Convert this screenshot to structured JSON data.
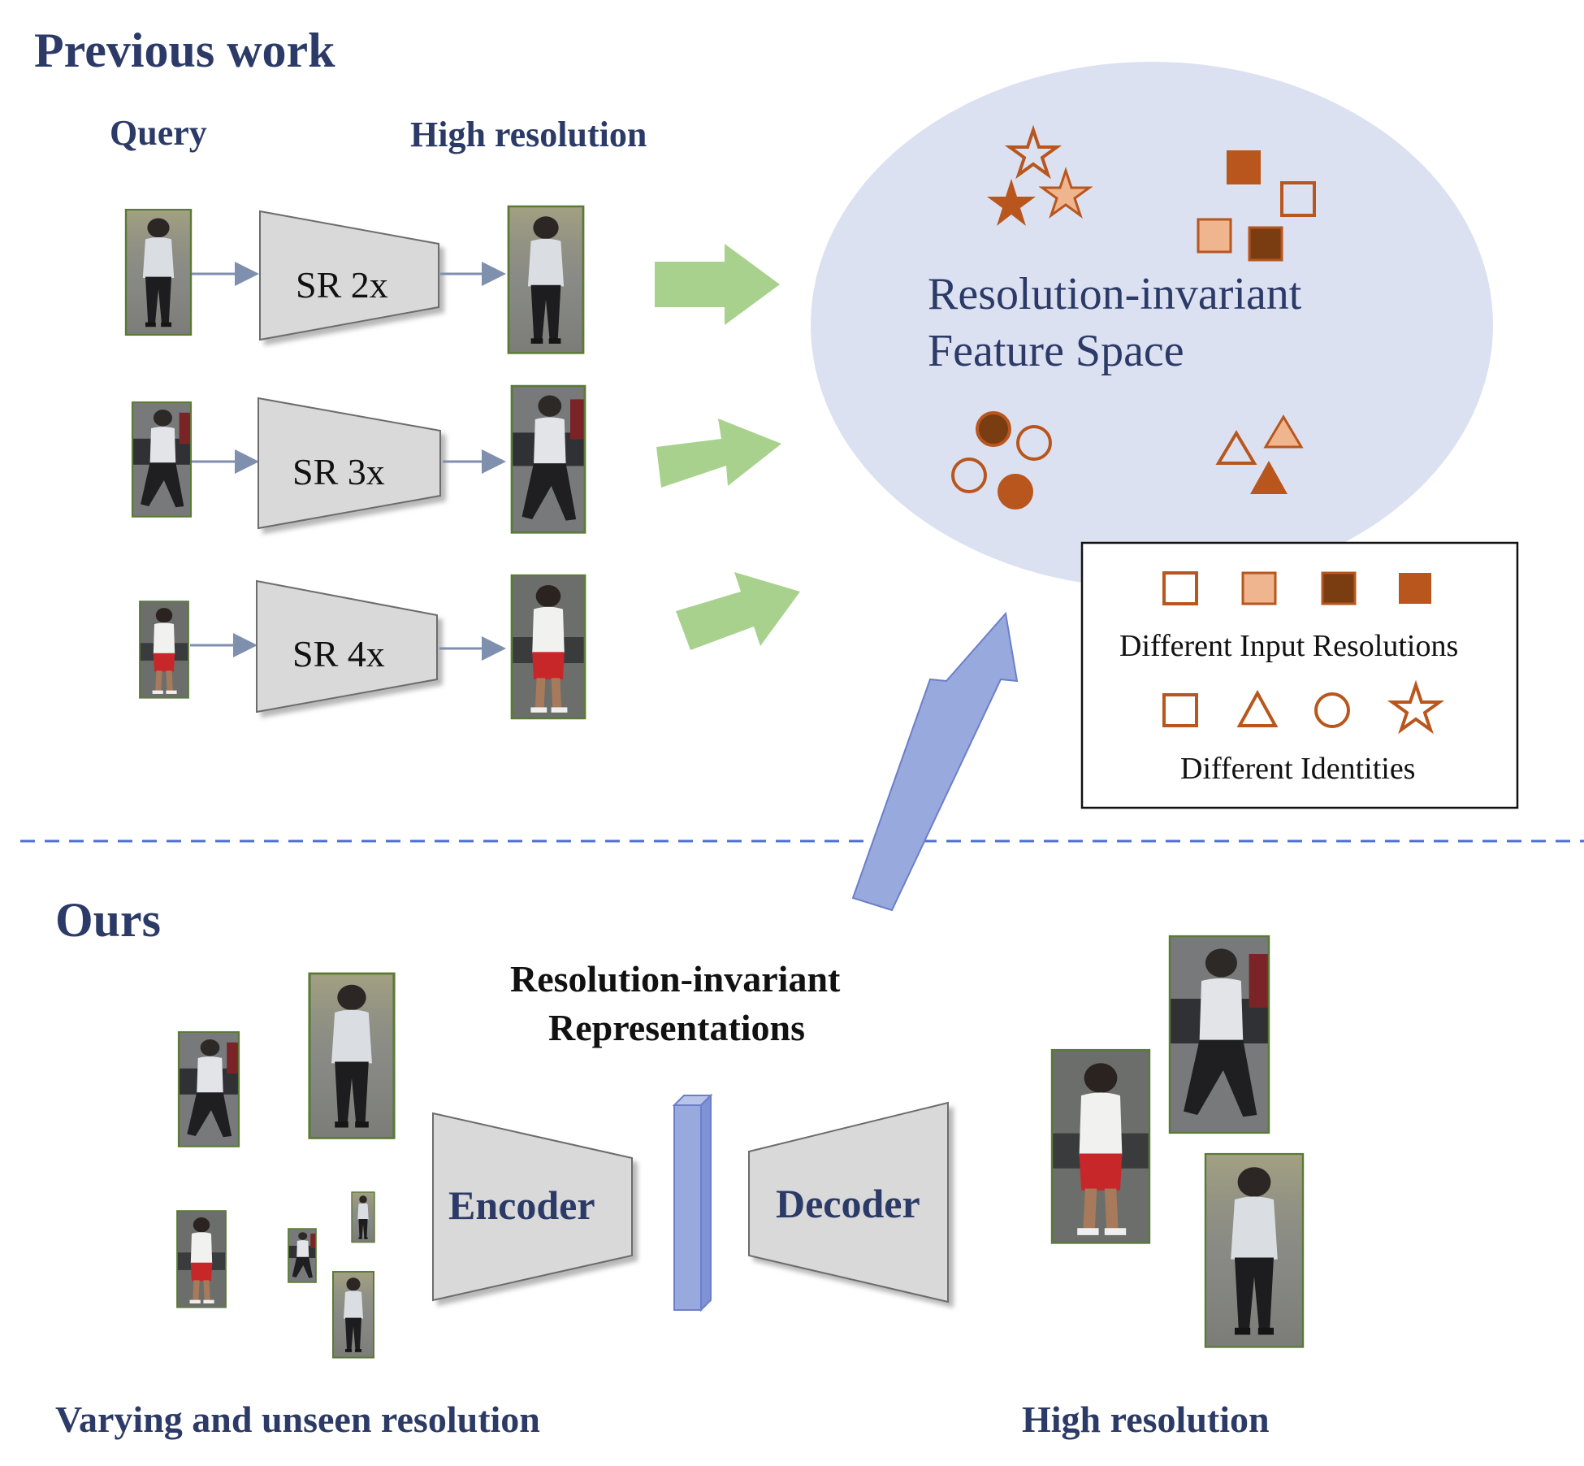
{
  "top_section": {
    "title": "Previous work",
    "query_label": "Query",
    "high_res_label": "High resolution",
    "sr_modules": [
      "SR 2x",
      "SR 3x",
      "SR 4x"
    ]
  },
  "feature_space": {
    "label_line1": "Resolution-invariant",
    "label_line2": "Feature Space"
  },
  "legend": {
    "resolutions_label": "Different Input Resolutions",
    "identities_label": "Different Identities"
  },
  "bottom_section": {
    "title": "Ours",
    "representation_line1": "Resolution-invariant",
    "representation_line2": "Representations",
    "encoder_label": "Encoder",
    "decoder_label": "Decoder",
    "input_caption": "Varying and unseen resolution",
    "output_caption": "High resolution"
  },
  "colors": {
    "heading": "#2b3a67",
    "ellipse_fill": "#dce1f1",
    "shape_orange": "#b8561d",
    "shape_light": "#eeb58f",
    "shape_dark": "#7a3c11",
    "green_arrow": "#a9d18e",
    "blue_arrow": "#98a9dd",
    "module_fill": "#d9d9d9",
    "dashed_line": "#4f6fd6"
  }
}
